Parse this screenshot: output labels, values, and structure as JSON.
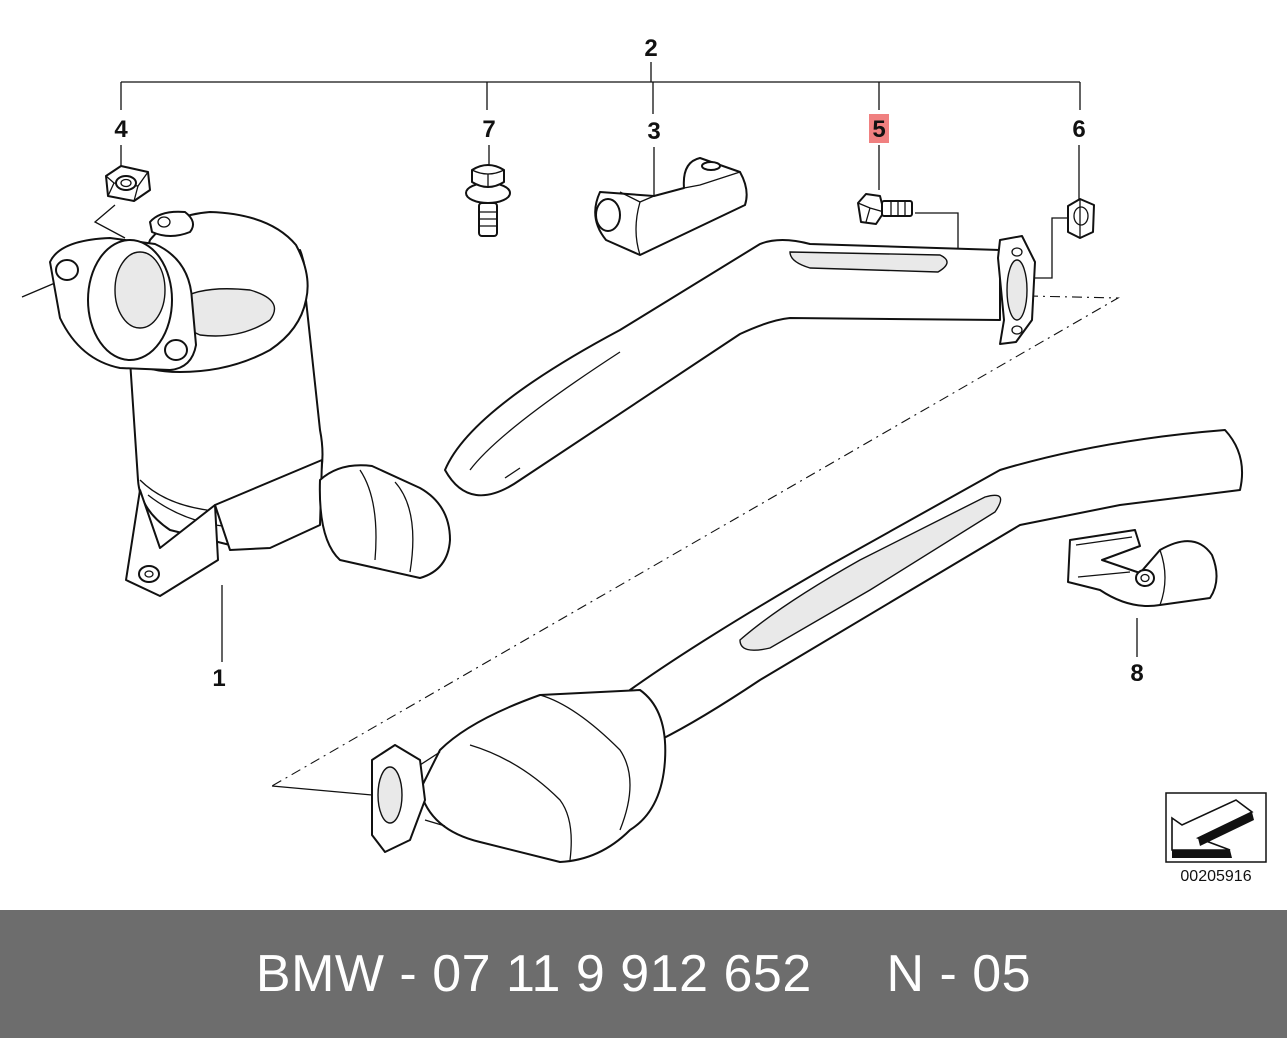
{
  "diagram": {
    "callouts": {
      "c1": "1",
      "c2": "2",
      "c3": "3",
      "c4": "4",
      "c5": "5",
      "c6": "6",
      "c7": "7",
      "c8": "8"
    },
    "highlighted_callout": "5",
    "highlight_color": "#f08080",
    "drawing_number": "00205916",
    "orientation_icon": "direction-arrow-icon"
  },
  "footer": {
    "text": "BMW - 07 11 9 912 652     N - 05",
    "background_color": "#6d6d6d",
    "text_color": "#ffffff"
  }
}
